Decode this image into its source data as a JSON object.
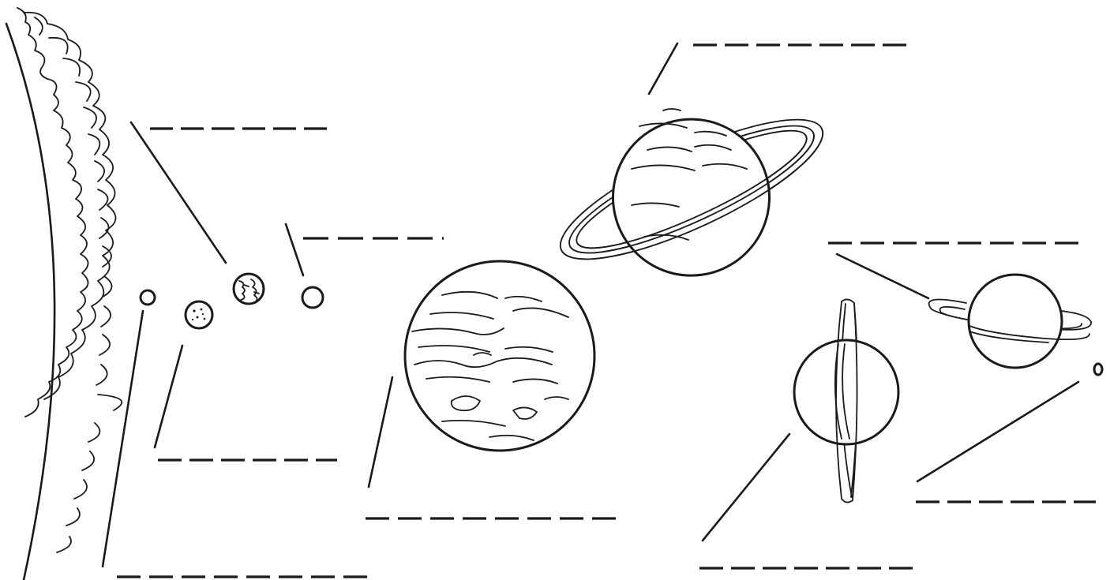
{
  "worksheet": {
    "ink_color": "#1a1a1a",
    "paper_color": "#ffffff",
    "answer_blank_style": "dashed",
    "objects": [
      {
        "id": "sun",
        "icon": "sun-icon"
      },
      {
        "id": "planet-1",
        "icon": "small-planet-icon"
      },
      {
        "id": "planet-2",
        "icon": "dotted-planet-icon"
      },
      {
        "id": "planet-3",
        "icon": "earth-like-planet-icon"
      },
      {
        "id": "planet-4",
        "icon": "small-planet-icon"
      },
      {
        "id": "planet-5",
        "icon": "banded-gas-giant-icon"
      },
      {
        "id": "planet-6",
        "icon": "ringed-gas-giant-icon"
      },
      {
        "id": "planet-7",
        "icon": "vertical-ring-planet-icon"
      },
      {
        "id": "planet-8",
        "icon": "ringed-planet-icon"
      },
      {
        "id": "planet-9",
        "icon": "tiny-dwarf-planet-icon"
      }
    ],
    "answer_blanks": [
      {
        "id": "blank-sun",
        "value": ""
      },
      {
        "id": "blank-planet-1",
        "value": ""
      },
      {
        "id": "blank-planet-2",
        "value": ""
      },
      {
        "id": "blank-planet-3",
        "value": ""
      },
      {
        "id": "blank-planet-4",
        "value": ""
      },
      {
        "id": "blank-planet-5",
        "value": ""
      },
      {
        "id": "blank-planet-6",
        "value": ""
      },
      {
        "id": "blank-planet-7",
        "value": ""
      },
      {
        "id": "blank-planet-8",
        "value": ""
      },
      {
        "id": "blank-planet-9",
        "value": ""
      }
    ]
  }
}
